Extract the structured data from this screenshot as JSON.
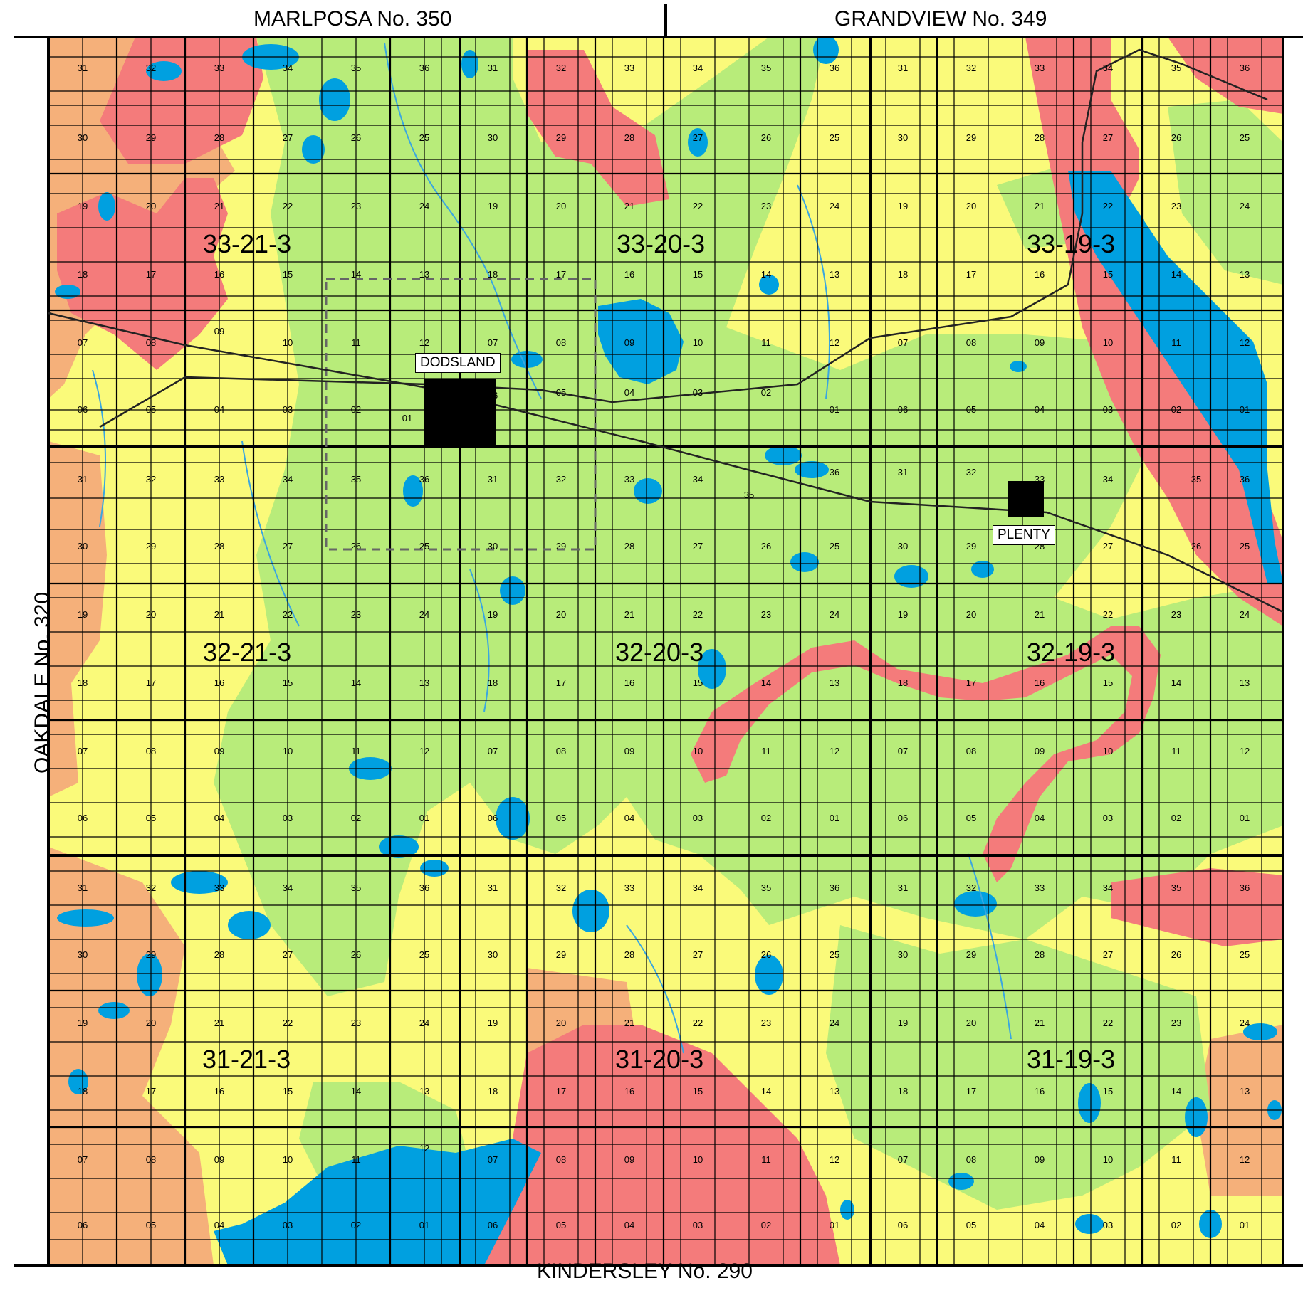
{
  "borders": {
    "north_left": "MARLPOSA No. 350",
    "north_right": "GRANDVIEW No. 349",
    "south": "KINDERSLEY No. 290",
    "west": "OAKDALE No. 320"
  },
  "towns": {
    "dodsland": "DODSLAND",
    "plenty": "PLENTY"
  },
  "townships": [
    "33-21-3",
    "33-20-3",
    "33-19-3",
    "32-21-3",
    "32-20-3",
    "32-19-3",
    "31-21-3",
    "31-20-3",
    "31-19-3"
  ],
  "section_rows": [
    [
      "31",
      "32",
      "33",
      "34",
      "35",
      "36"
    ],
    [
      "30",
      "29",
      "28",
      "27",
      "26",
      "25"
    ],
    [
      "19",
      "20",
      "21",
      "22",
      "23",
      "24"
    ],
    [
      "18",
      "17",
      "16",
      "15",
      "14",
      "13"
    ],
    [
      "07",
      "08",
      "09",
      "10",
      "11",
      "12"
    ],
    [
      "06",
      "05",
      "04",
      "03",
      "02",
      "01"
    ]
  ],
  "colors": {
    "water": "#00a0e0",
    "red_zone": "#f47b7b",
    "orange_zone": "#f5b07a",
    "yellow_zone": "#fafa7a",
    "green_zone": "#b8ec7a",
    "black": "#000000"
  }
}
